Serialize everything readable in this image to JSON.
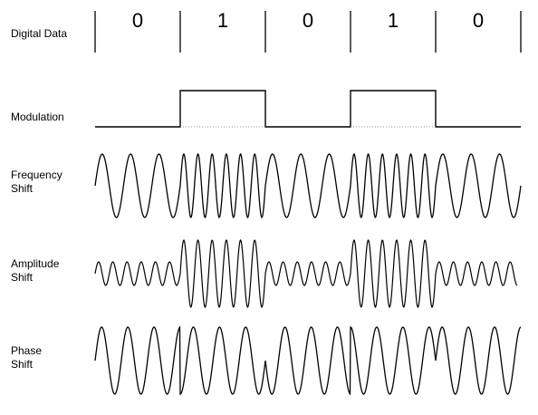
{
  "labels": {
    "digital_data": "Digital Data",
    "modulation": "Modulation",
    "frequency_shift": [
      "Frequency",
      "Shift"
    ],
    "amplitude_shift": [
      "Amplitude",
      "Shift"
    ],
    "phase_shift": [
      "Phase",
      "Shift"
    ]
  },
  "bits": [
    "0",
    "1",
    "0",
    "1",
    "0"
  ],
  "colors": {
    "stroke": "#000000",
    "background": "#ffffff"
  }
}
